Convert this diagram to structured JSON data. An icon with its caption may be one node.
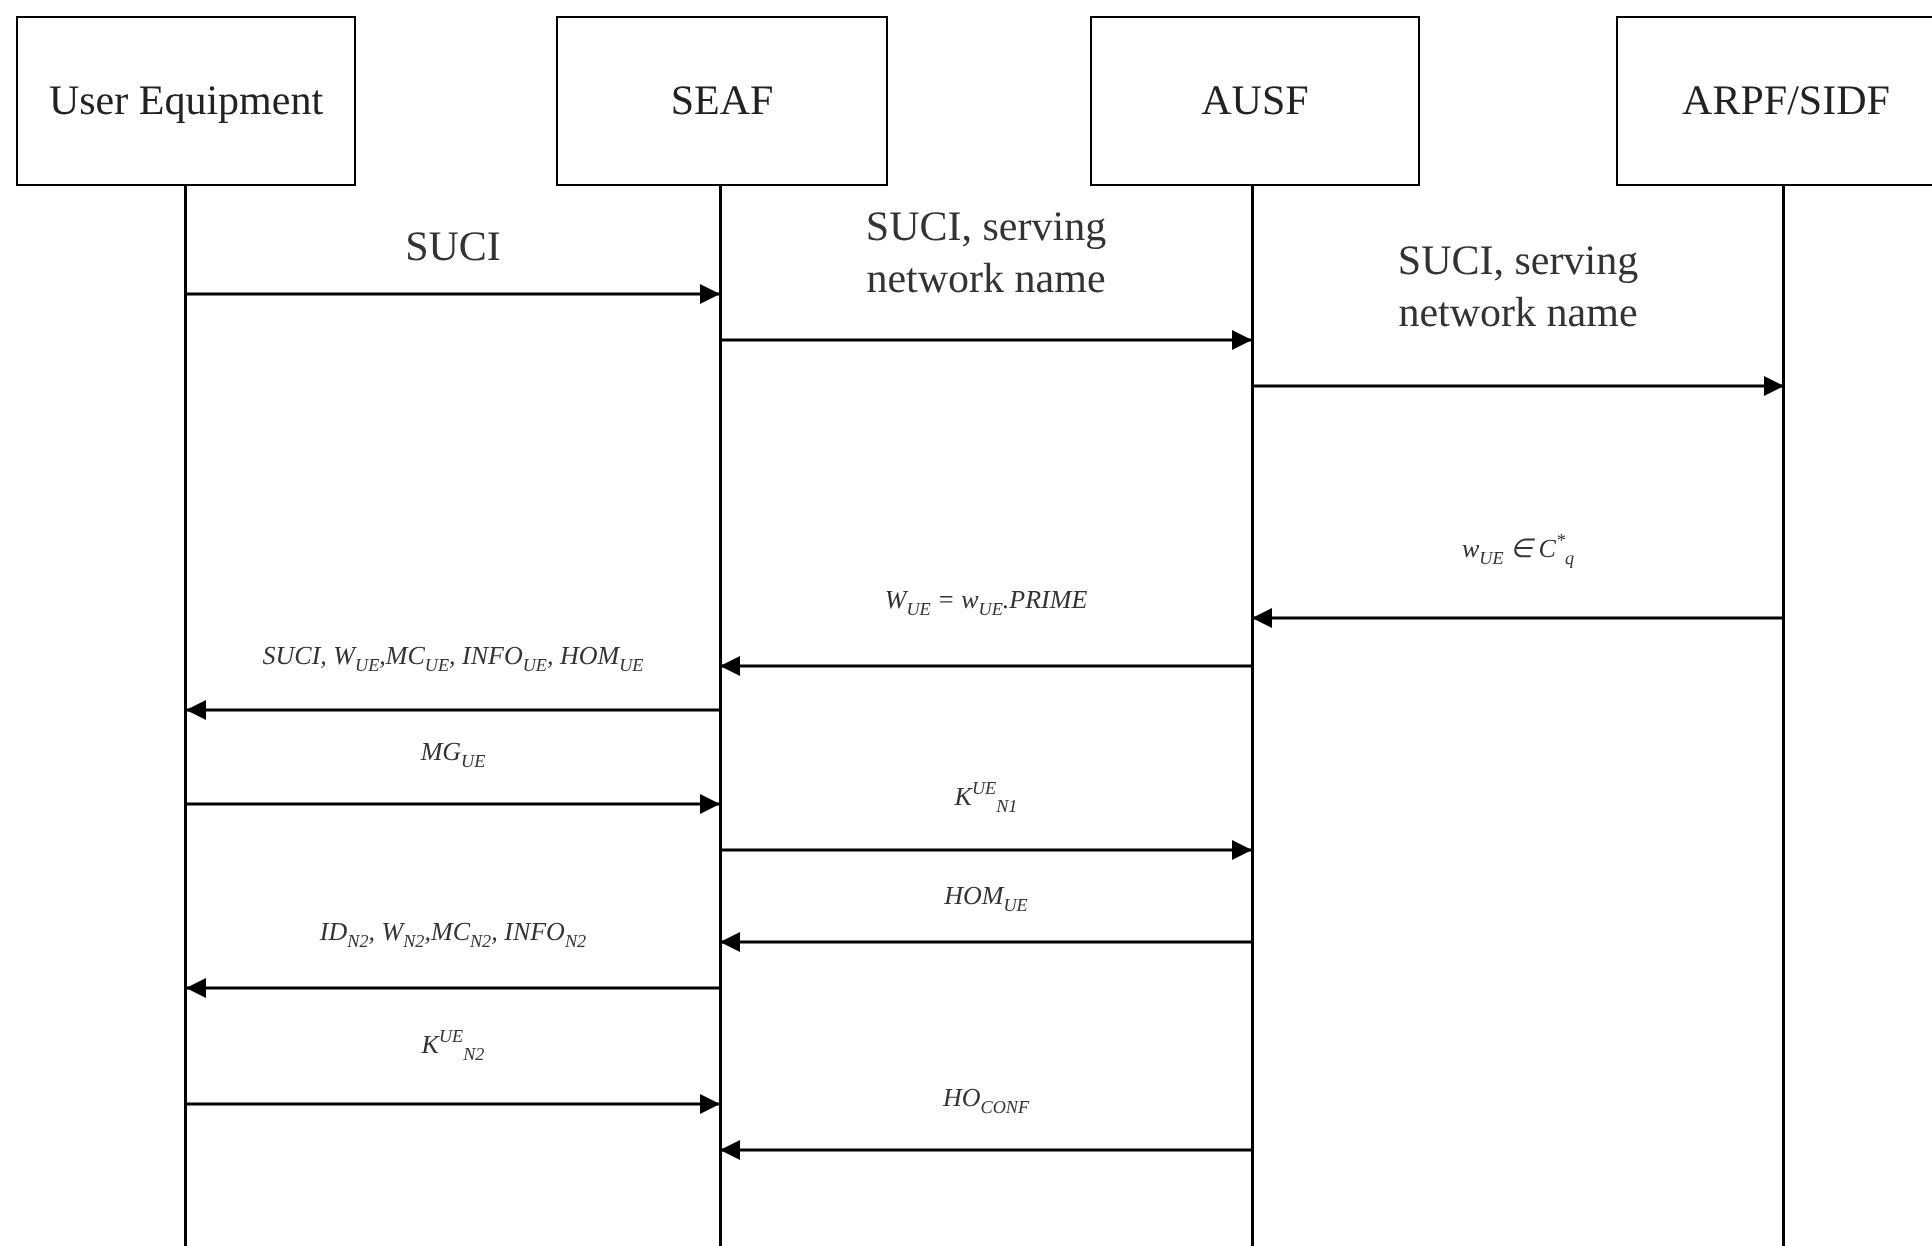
{
  "diagram": {
    "nodes": [
      {
        "text": [
          "User Equipment"
        ]
      },
      {
        "text": [
          "SEAF"
        ]
      },
      {
        "text": [
          "AUSF"
        ]
      },
      {
        "text": [
          "ARPF/SIDF"
        ]
      }
    ],
    "edges": [
      {
        "from": 0,
        "to": 1,
        "arrow": "to",
        "label": "SUCI"
      },
      {
        "from": 1,
        "to": 2,
        "arrow": "to",
        "label": "SUCI, serving network name"
      },
      {
        "from": 2,
        "to": 3,
        "arrow": "to",
        "label": "SUCI, serving network name"
      },
      {
        "from": 3,
        "to": 2,
        "arrow": "to",
        "label": "w$_{UE}$ ∈ C$^{*}$$_{q}$"
      },
      {
        "from": 2,
        "to": 1,
        "arrow": "to",
        "label": "W$_{UE}$ = w$_{UE}$.PRIME"
      },
      {
        "from": 1,
        "to": 0,
        "arrow": "to",
        "label": "SUCI, W$_{UE}$,MC$_{UE}$, INFO$_{UE}$, HOM$_{UE}$"
      },
      {
        "from": 0,
        "to": 1,
        "arrow": "to",
        "label": "MG$_{UE}$"
      },
      {
        "from": 1,
        "to": 2,
        "arrow": "to",
        "label": "K$^{UE}$$_{N1}$"
      },
      {
        "from": 2,
        "to": 1,
        "arrow": "to",
        "label": "HOM$_{UE}$"
      },
      {
        "from": 1,
        "to": 0,
        "arrow": "to",
        "label": "ID$_{N2}$, W$_{N2}$,MC$_{N2}$, INFO$_{N2}$"
      },
      {
        "from": 0,
        "to": 1,
        "arrow": "to",
        "label": "K$^{UE}$$_{N2}$"
      },
      {
        "from": 2,
        "to": 1,
        "arrow": "to",
        "label": "HO$_{CONF}$"
      }
    ]
  }
}
